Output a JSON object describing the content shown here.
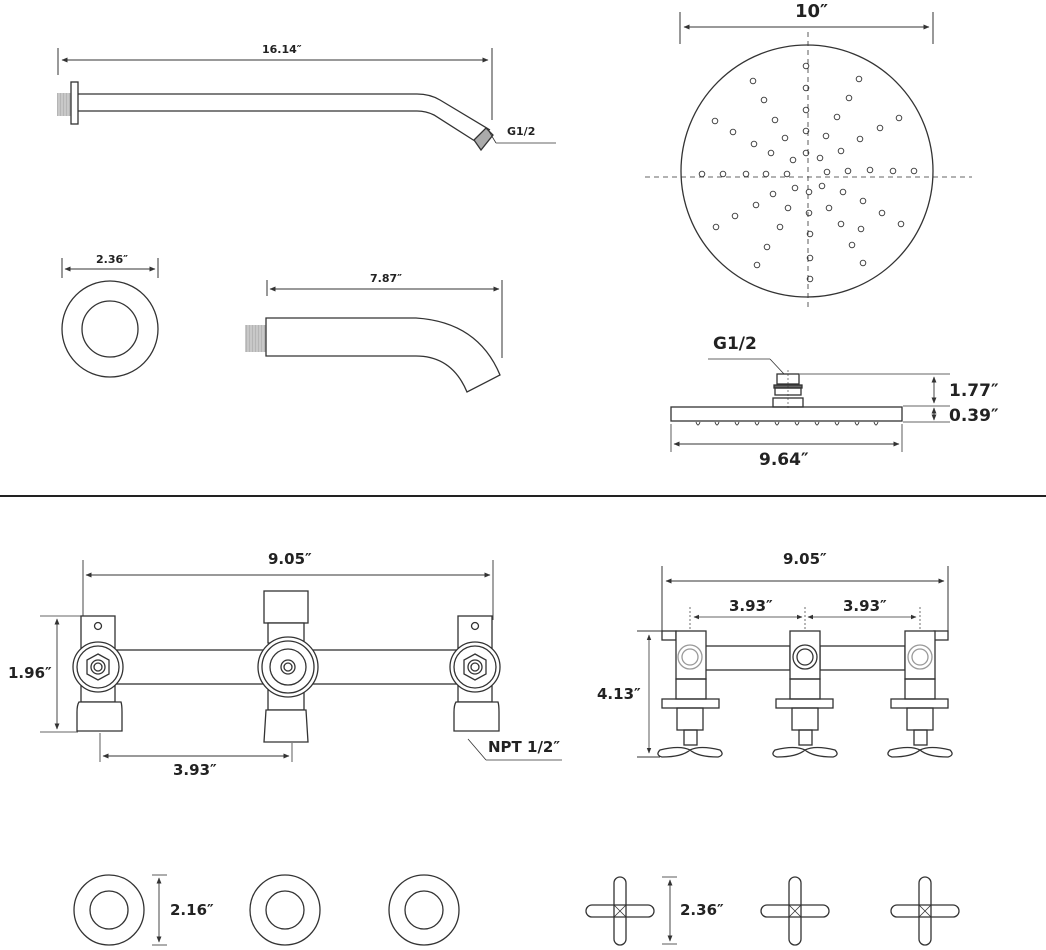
{
  "sheet": {
    "title": "Shower system dimension drawing",
    "colors": {
      "line": "#333333",
      "thread_fill": "#bbbbbb",
      "text": "#222222",
      "divider": "#222222"
    }
  },
  "top_section": {
    "shower_arm": {
      "length": "16.14″",
      "thread": "G1/2"
    },
    "flange": {
      "diameter": "2.36″"
    },
    "tub_spout": {
      "length": "7.87″"
    },
    "shower_head_top": {
      "diameter": "10″",
      "nozzle_count": 63
    },
    "shower_head_side": {
      "thread": "G1/2",
      "connector_height": "1.77″",
      "plate_thickness": "0.39″",
      "width": "9.64″"
    }
  },
  "bottom_section": {
    "valve_front": {
      "overall_width": "9.05″",
      "height": "1.96″",
      "center_spacing": "3.93″",
      "connection": "NPT 1/2″"
    },
    "valve_top": {
      "overall_width": "9.05″",
      "spacing_left": "3.93″",
      "spacing_right": "3.93″",
      "depth": "4.13″"
    },
    "escutcheons": {
      "count": 3,
      "diameter": "2.16″"
    },
    "cross_handles": {
      "count": 3,
      "size": "2.36″"
    }
  }
}
